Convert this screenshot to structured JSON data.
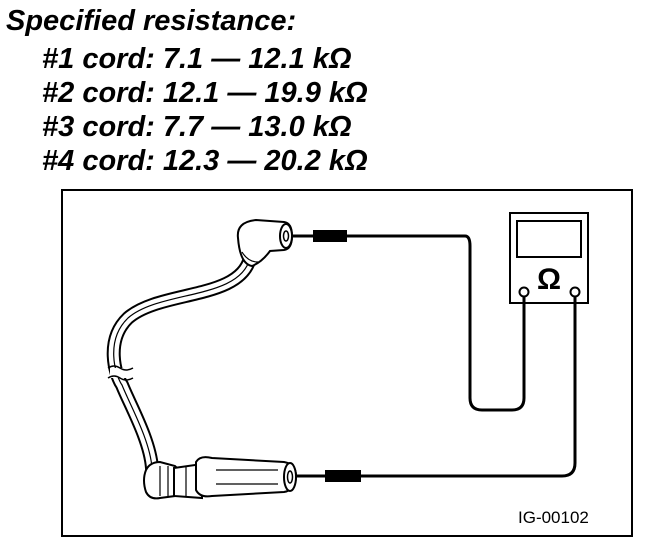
{
  "specs": {
    "heading": "Specified resistance:",
    "cords": [
      "#1 cord: 7.1 — 12.1 kΩ",
      "#2 cord: 12.1 — 19.9 kΩ",
      "#3 cord: 7.7 — 13.0 kΩ",
      "#4 cord: 12.3 — 20.2 kΩ"
    ]
  },
  "meter": {
    "symbol": "Ω",
    "icon": "ohmmeter-icon"
  },
  "figure": {
    "code": "IG-00102"
  }
}
